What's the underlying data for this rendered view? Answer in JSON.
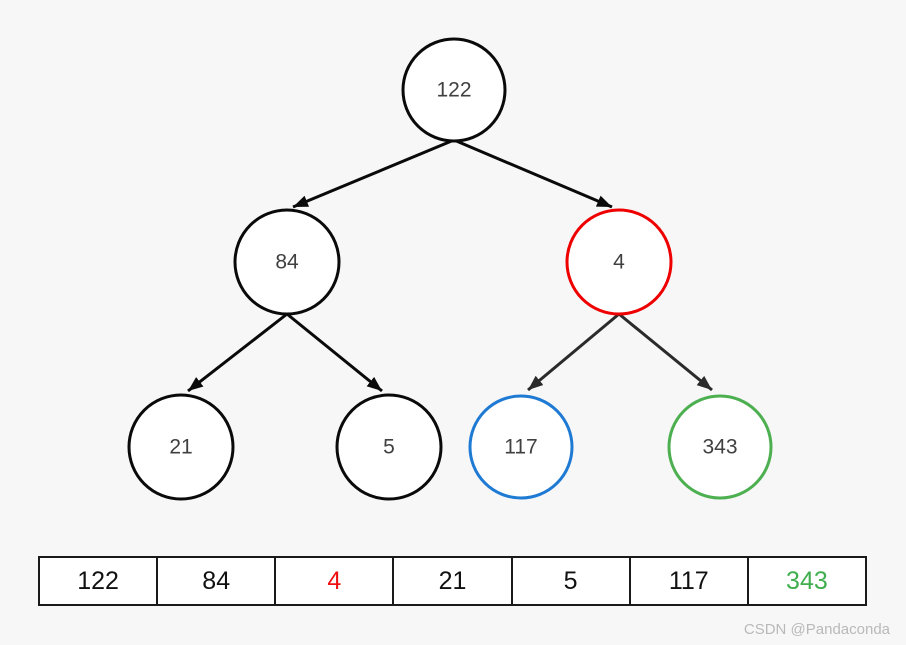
{
  "colors": {
    "background": "#f7f7f8",
    "node_fill": "#ffffff",
    "array_border": "#1a1a1a"
  },
  "tree": {
    "text_color": "#404040",
    "nodes": [
      {
        "value": "122",
        "color": "#0a0a0a"
      },
      {
        "value": "84",
        "color": "#0a0a0a"
      },
      {
        "value": "4",
        "color": "#ee0000"
      },
      {
        "value": "21",
        "color": "#0a0a0a"
      },
      {
        "value": "5",
        "color": "#0a0a0a"
      },
      {
        "value": "117",
        "color": "#1e7ad2"
      },
      {
        "value": "343",
        "color": "#4caf50"
      }
    ],
    "edges": [
      {
        "from": "122",
        "to": "84",
        "color": "#0a0a0a"
      },
      {
        "from": "122",
        "to": "4",
        "color": "#0a0a0a"
      },
      {
        "from": "84",
        "to": "21",
        "color": "#0a0a0a"
      },
      {
        "from": "84",
        "to": "5",
        "color": "#0a0a0a"
      },
      {
        "from": "4",
        "to": "117",
        "color": "#2b2b2b"
      },
      {
        "from": "4",
        "to": "343",
        "color": "#2b2b2b"
      }
    ]
  },
  "array": {
    "cells": [
      {
        "value": "122",
        "color": "#111111"
      },
      {
        "value": "84",
        "color": "#111111"
      },
      {
        "value": "4",
        "color": "#ee1111"
      },
      {
        "value": "21",
        "color": "#111111"
      },
      {
        "value": "5",
        "color": "#111111"
      },
      {
        "value": "117",
        "color": "#111111"
      },
      {
        "value": "343",
        "color": "#3fae4d"
      }
    ]
  },
  "watermark": {
    "text": "CSDN @Pandaconda",
    "color": "#b9b9b9"
  }
}
